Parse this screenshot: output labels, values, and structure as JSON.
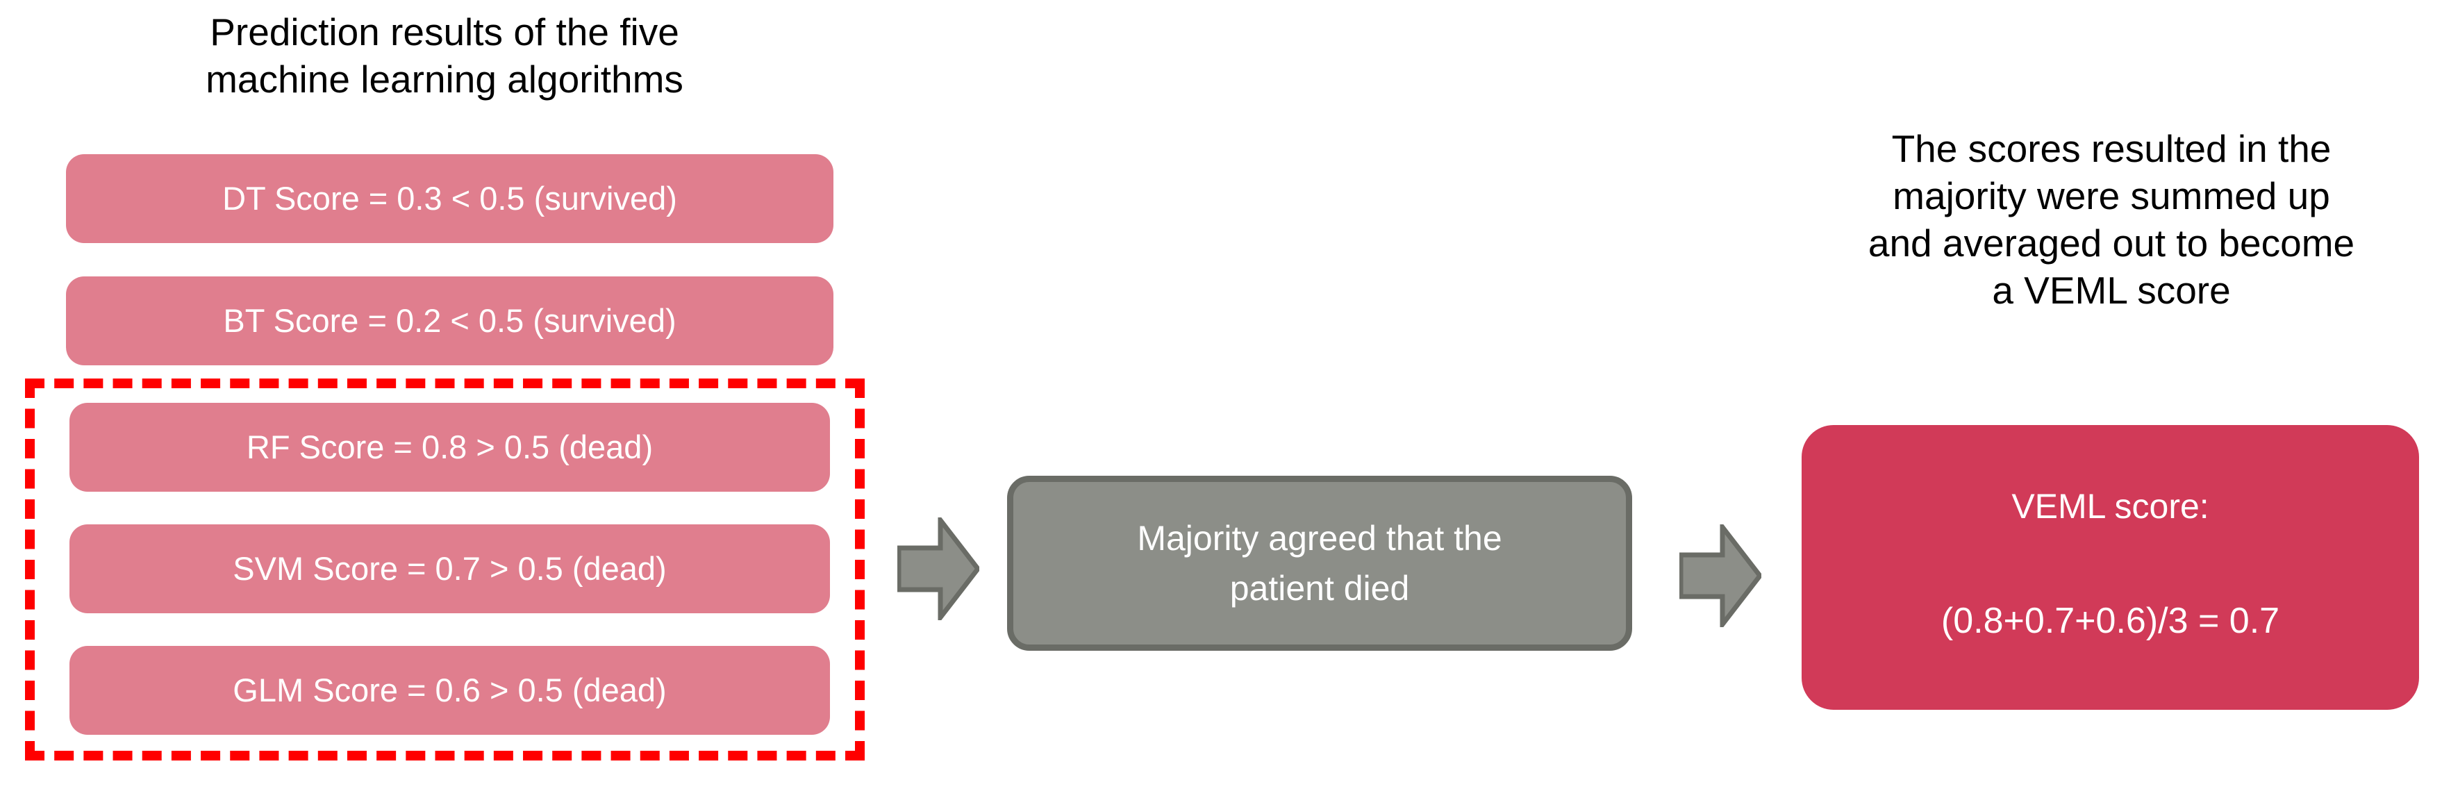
{
  "diagram": {
    "left_heading": "Prediction results of the five\nmachine learning algorithms",
    "right_heading": "The scores resulted in the\nmajority were summed up\nand averaged out to become\na VEML score",
    "score_boxes": [
      {
        "label": "DT Score = 0.3 < 0.5 (survived)",
        "algorithm": "DT",
        "score": 0.3,
        "threshold": 0.5,
        "comparison": "<",
        "outcome": "survived",
        "highlighted": false
      },
      {
        "label": "BT Score = 0.2 < 0.5 (survived)",
        "algorithm": "BT",
        "score": 0.2,
        "threshold": 0.5,
        "comparison": "<",
        "outcome": "survived",
        "highlighted": false
      },
      {
        "label": "RF Score = 0.8 > 0.5 (dead)",
        "algorithm": "RF",
        "score": 0.8,
        "threshold": 0.5,
        "comparison": ">",
        "outcome": "dead",
        "highlighted": true
      },
      {
        "label": "SVM Score = 0.7 > 0.5 (dead)",
        "algorithm": "SVM",
        "score": 0.7,
        "threshold": 0.5,
        "comparison": ">",
        "outcome": "dead",
        "highlighted": true
      },
      {
        "label": "GLM Score = 0.6 > 0.5 (dead)",
        "algorithm": "GLM",
        "score": 0.6,
        "threshold": 0.5,
        "comparison": ">",
        "outcome": "dead",
        "highlighted": true
      }
    ],
    "majority_box": {
      "text": "Majority agreed that the\npatient died"
    },
    "veml_box": {
      "title": "VEML score:",
      "formula": "(0.8+0.7+0.6)/3 = 0.7"
    },
    "arrows": [
      {
        "name": "arrow-majority",
        "direction": "right"
      },
      {
        "name": "arrow-veml",
        "direction": "right"
      }
    ],
    "colors": {
      "score_box_pink": "#e07e8e",
      "highlight_red": "#ff0000",
      "majority_gray": "#8c8e88",
      "majority_gray_border": "#6a6c66",
      "veml_crimson": "#d13a58",
      "text_dark": "#000000",
      "text_light": "#ffffff",
      "background": "#ffffff"
    }
  }
}
